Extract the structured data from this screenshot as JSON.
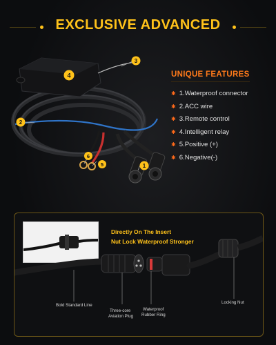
{
  "header": {
    "title": "EXCLUSIVE ADVANCED"
  },
  "callouts": {
    "c1": "1",
    "c2": "2",
    "c3": "3",
    "c4": "4",
    "c5": "5",
    "c6": "6"
  },
  "features": {
    "title": "UNIQUE FEATURES",
    "items": [
      "1.Waterproof connector",
      "2.ACC wire",
      "3.Remote control",
      "4.Intelligent relay",
      "5.Positive (+)",
      "6.Negative(-)"
    ]
  },
  "panel": {
    "claim_line1": "Directly On The Insert",
    "claim_line2": "Nut Lock Waterproof Stronger",
    "labels": {
      "bold_line": "Bold Standard Line",
      "plug_l1": "Three-core",
      "plug_l2": "Aviation Plug",
      "ring_l1": "Waterproof",
      "ring_l2": "Rubber Ring",
      "nut": "Locking Nut"
    }
  },
  "colors": {
    "accent_yellow": "#ffc21a",
    "accent_orange": "#ff7a1a",
    "panel_border": "#6d5717",
    "acc_wire_blue": "#2f74c8",
    "positive_red": "#d83a3a"
  }
}
